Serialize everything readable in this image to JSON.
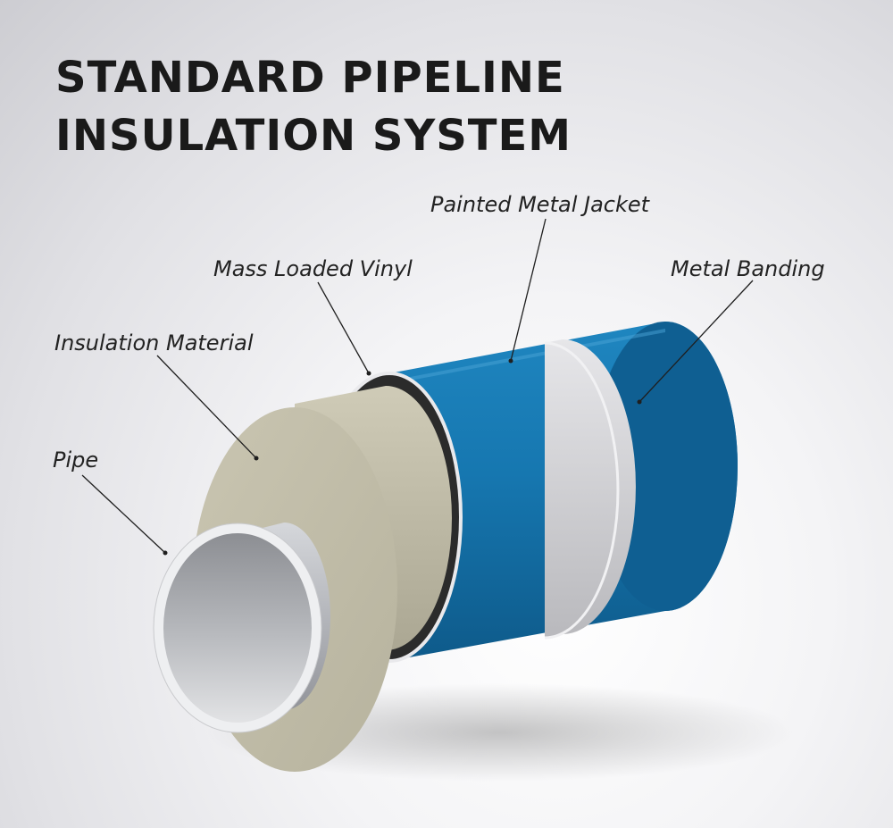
{
  "title": {
    "line1": "STANDARD PIPELINE",
    "line2": "INSULATION SYSTEM"
  },
  "labels": {
    "painted_metal_jacket": "Painted Metal Jacket",
    "metal_banding": "Metal Banding",
    "mass_loaded_vinyl": "Mass Loaded Vinyl",
    "insulation_material": "Insulation Material",
    "pipe": "Pipe"
  },
  "colors": {
    "title_text": "#1a1a1a",
    "label_text": "#222222",
    "leader_line": "#1f1f1f",
    "metal_jacket": "#1677b0",
    "metal_jacket_dark": "#0d4f7a",
    "metal_banding": "#d8d8db",
    "mass_loaded_vinyl": "#2b2b2b",
    "insulation_material": "#c4c0ab",
    "pipe": "#b9bbc0"
  }
}
